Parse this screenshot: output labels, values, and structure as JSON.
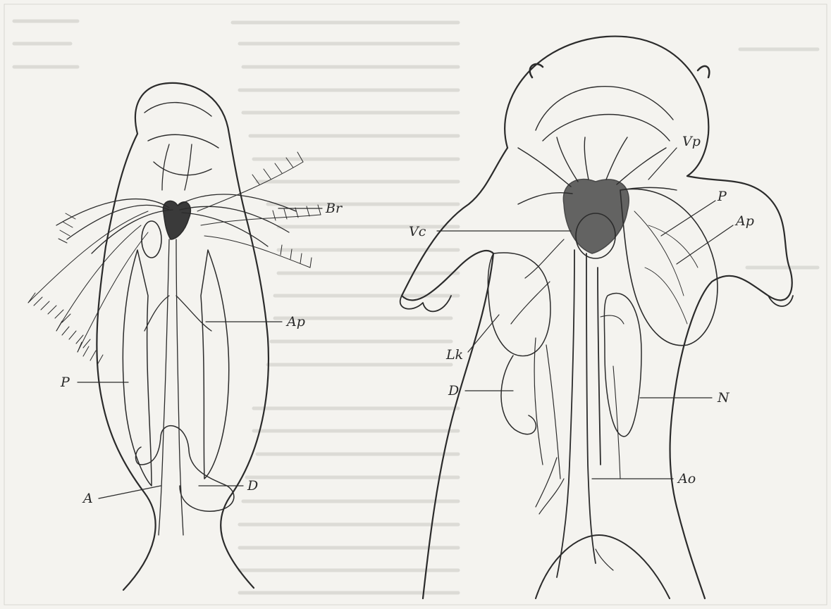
{
  "figure": {
    "left_specimen": {
      "labels": {
        "br": "Br",
        "ap": "Ap",
        "p": "P",
        "a": "A",
        "d": "D"
      }
    },
    "right_specimen": {
      "labels": {
        "vp": "Vp",
        "p": "P",
        "ap": "Ap",
        "vc": "Vc",
        "lk": "Lk",
        "d": "D",
        "n": "N",
        "ao": "Ao"
      }
    }
  },
  "colors": {
    "paper": "#f4f3ef",
    "ink": "#2b2b2b",
    "bleed_through_text": "#c9c8c2"
  }
}
